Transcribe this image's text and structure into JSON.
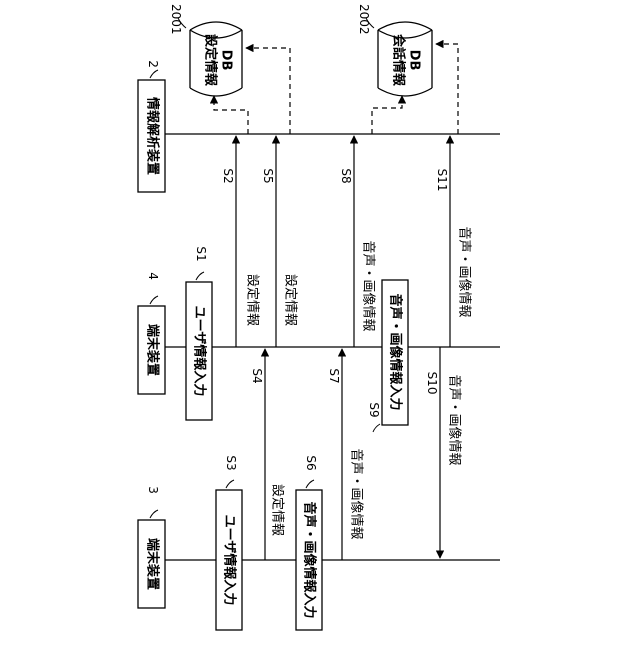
{
  "devices": {
    "analyzer": {
      "label": "情報解析装置",
      "ref": "2"
    },
    "terminal4": {
      "label": "端末装置",
      "ref": "4"
    },
    "terminal3": {
      "label": "端末装置",
      "ref": "3"
    }
  },
  "databases": [
    {
      "ref": "2001",
      "label_line1": "設定情報",
      "label_line2": "DB"
    },
    {
      "ref": "2002",
      "label_line1": "会話情報",
      "label_line2": "DB"
    }
  ],
  "steps": {
    "S1": {
      "tag": "S1",
      "label": "ユーザ情報入力"
    },
    "S2": {
      "tag": "S2",
      "label": "設定情報"
    },
    "S3": {
      "tag": "S3",
      "label": "ユーザ情報入力"
    },
    "S4": {
      "tag": "S4",
      "label": "設定情報"
    },
    "S5": {
      "tag": "S5",
      "label": "設定情報"
    },
    "S6": {
      "tag": "S6",
      "label": "音声・画像情報入力"
    },
    "S7": {
      "tag": "S7",
      "label": "音声・画像情報"
    },
    "S8": {
      "tag": "S8",
      "label": "音声・画像情報"
    },
    "S9": {
      "tag": "S9",
      "label": "音声・画像情報入力"
    },
    "S10": {
      "tag": "S10",
      "label": "音声・画像情報"
    },
    "S11": {
      "tag": "S11",
      "label": "音声・画像情報"
    }
  },
  "colors": {
    "line": "#000000",
    "background": "#ffffff"
  }
}
